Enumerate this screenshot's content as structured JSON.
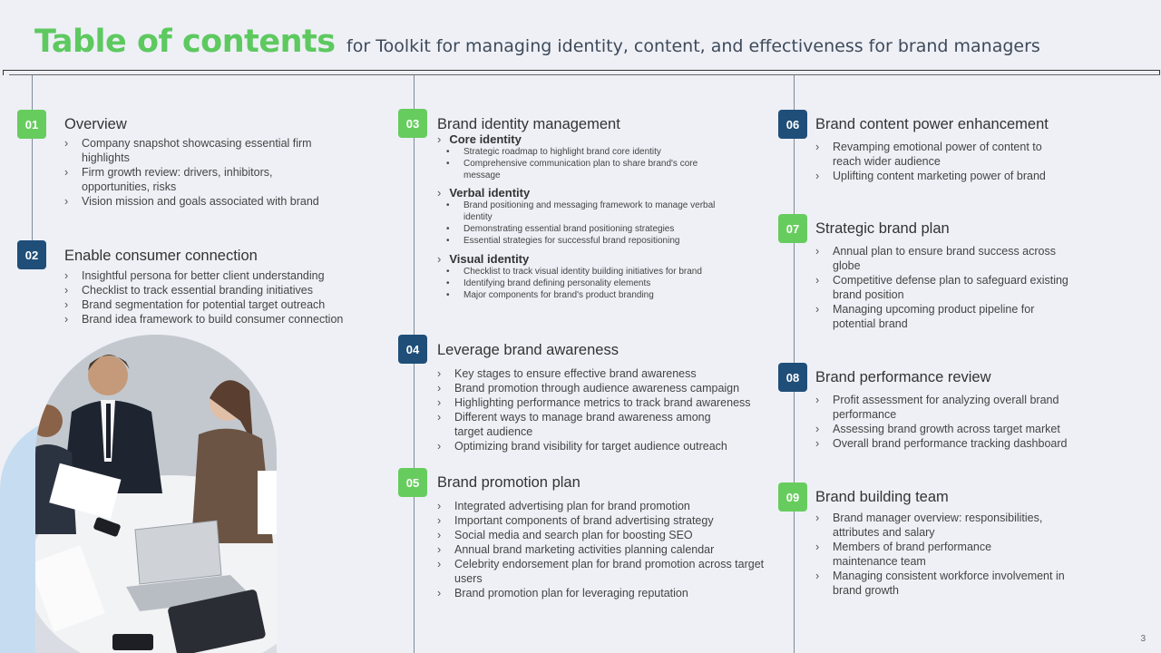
{
  "header": {
    "title": "Table of contents",
    "subtitle": "for Toolkit for managing identity, content, and effectiveness for brand managers"
  },
  "colors": {
    "green": "#67cc5e",
    "navy": "#1f4e79",
    "title_green": "#5dc95f"
  },
  "sections": {
    "s01": {
      "num": "01",
      "title": "Overview",
      "items": [
        "Company snapshot showcasing essential firm highlights",
        "Firm growth review: drivers, inhibitors, opportunities, risks",
        "Vision mission and goals associated with brand"
      ]
    },
    "s02": {
      "num": "02",
      "title": "Enable consumer connection",
      "items": [
        "Insightful persona for better client understanding",
        "Checklist to track essential branding initiatives",
        "Brand segmentation for potential target outreach",
        "Brand idea framework to build consumer connection"
      ]
    },
    "s03": {
      "num": "03",
      "title": "Brand identity management",
      "groups": [
        {
          "heading": "Core identity",
          "items": [
            "Strategic roadmap to highlight brand core identity",
            "Comprehensive communication plan to share brand's core message"
          ]
        },
        {
          "heading": "Verbal identity",
          "items": [
            "Brand positioning and messaging framework to manage verbal identity",
            "Demonstrating essential brand positioning strategies",
            "Essential strategies for successful brand repositioning"
          ]
        },
        {
          "heading": "Visual identity",
          "items": [
            "Checklist to track visual identity building initiatives for brand",
            "Identifying brand defining personality elements",
            "Major components for brand's product branding"
          ]
        }
      ]
    },
    "s04": {
      "num": "04",
      "title": "Leverage brand awareness",
      "items": [
        "Key stages to ensure effective brand awareness",
        "Brand promotion through audience awareness campaign",
        "Highlighting performance metrics to track brand awareness",
        "Different ways to manage brand awareness among target audience",
        "Optimizing brand visibility for target audience outreach"
      ]
    },
    "s05": {
      "num": "05",
      "title": "Brand promotion plan",
      "items": [
        "Integrated advertising plan for brand promotion",
        "Important components of brand advertising strategy",
        "Social media and search plan for boosting SEO",
        "Annual brand marketing activities planning calendar",
        "Celebrity endorsement plan for brand promotion across target users",
        "Brand promotion plan for leveraging reputation"
      ]
    },
    "s06": {
      "num": "06",
      "title": "Brand content power enhancement",
      "items": [
        "Revamping emotional power of content to reach wider audience",
        "Uplifting content marketing power of brand"
      ]
    },
    "s07": {
      "num": "07",
      "title": "Strategic brand plan",
      "items": [
        "Annual plan to ensure brand success across globe",
        "Competitive defense plan to safeguard existing brand position",
        "Managing upcoming product pipeline for potential brand"
      ]
    },
    "s08": {
      "num": "08",
      "title": "Brand performance review",
      "items": [
        "Profit assessment for analyzing overall brand performance",
        "Assessing brand growth across target market",
        "Overall brand performance tracking dashboard"
      ]
    },
    "s09": {
      "num": "09",
      "title": "Brand building team",
      "items": [
        "Brand manager overview: responsibilities, attributes and salary",
        "Members of brand performance maintenance team",
        "Managing consistent workforce involvement in brand growth"
      ]
    }
  },
  "page_number": "3"
}
